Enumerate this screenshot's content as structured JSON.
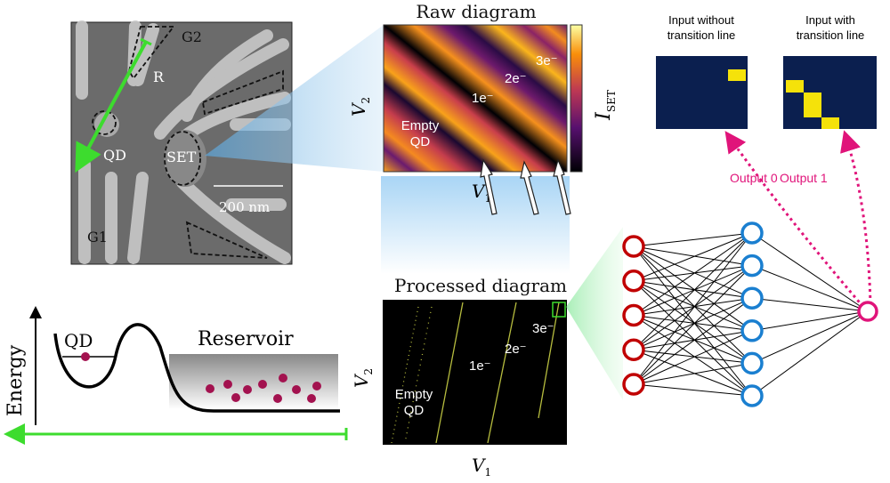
{
  "sem": {
    "labels": {
      "g1": "G1",
      "g2": "G2",
      "r": "R",
      "qd": "QD",
      "set": "SET"
    },
    "scale_bar": "200 nm"
  },
  "raw": {
    "title": "Raw diagram",
    "x_label": "V",
    "x_sub": "1",
    "y_label": "V",
    "y_sub": "2",
    "colorbar_label": "I",
    "colorbar_sub": "SET",
    "annotations": {
      "empty1": "Empty",
      "empty2": "QD",
      "e1": "1e⁻",
      "e2": "2e⁻",
      "e3": "3e⁻"
    }
  },
  "processed": {
    "title": "Processed diagram",
    "x_label": "V",
    "x_sub": "1",
    "y_label": "V",
    "y_sub": "2",
    "annotations": {
      "empty1": "Empty",
      "empty2": "QD",
      "e1": "1e⁻",
      "e2": "2e⁻",
      "e3": "3e⁻"
    }
  },
  "inputs": {
    "without": {
      "line1": "Input without",
      "line2": "transition line",
      "output": "Output 0"
    },
    "with": {
      "line1": "Input with",
      "line2": "transition line",
      "output": "Output 1"
    }
  },
  "energy": {
    "axis_label": "Energy",
    "qd_label": "QD",
    "reservoir_label": "Reservoir"
  },
  "network": {
    "input_nodes": 5,
    "hidden_nodes": 6,
    "output_nodes": 1
  },
  "colors": {
    "accent_green": "#3ddc2e",
    "output_pink": "#e0147a",
    "input_node": "#c00000",
    "hidden_node": "#1a7fd0",
    "heatmap_bg": "#0b1f4f",
    "heatmap_on": "#f5e20a",
    "electron": "#a3124f"
  }
}
